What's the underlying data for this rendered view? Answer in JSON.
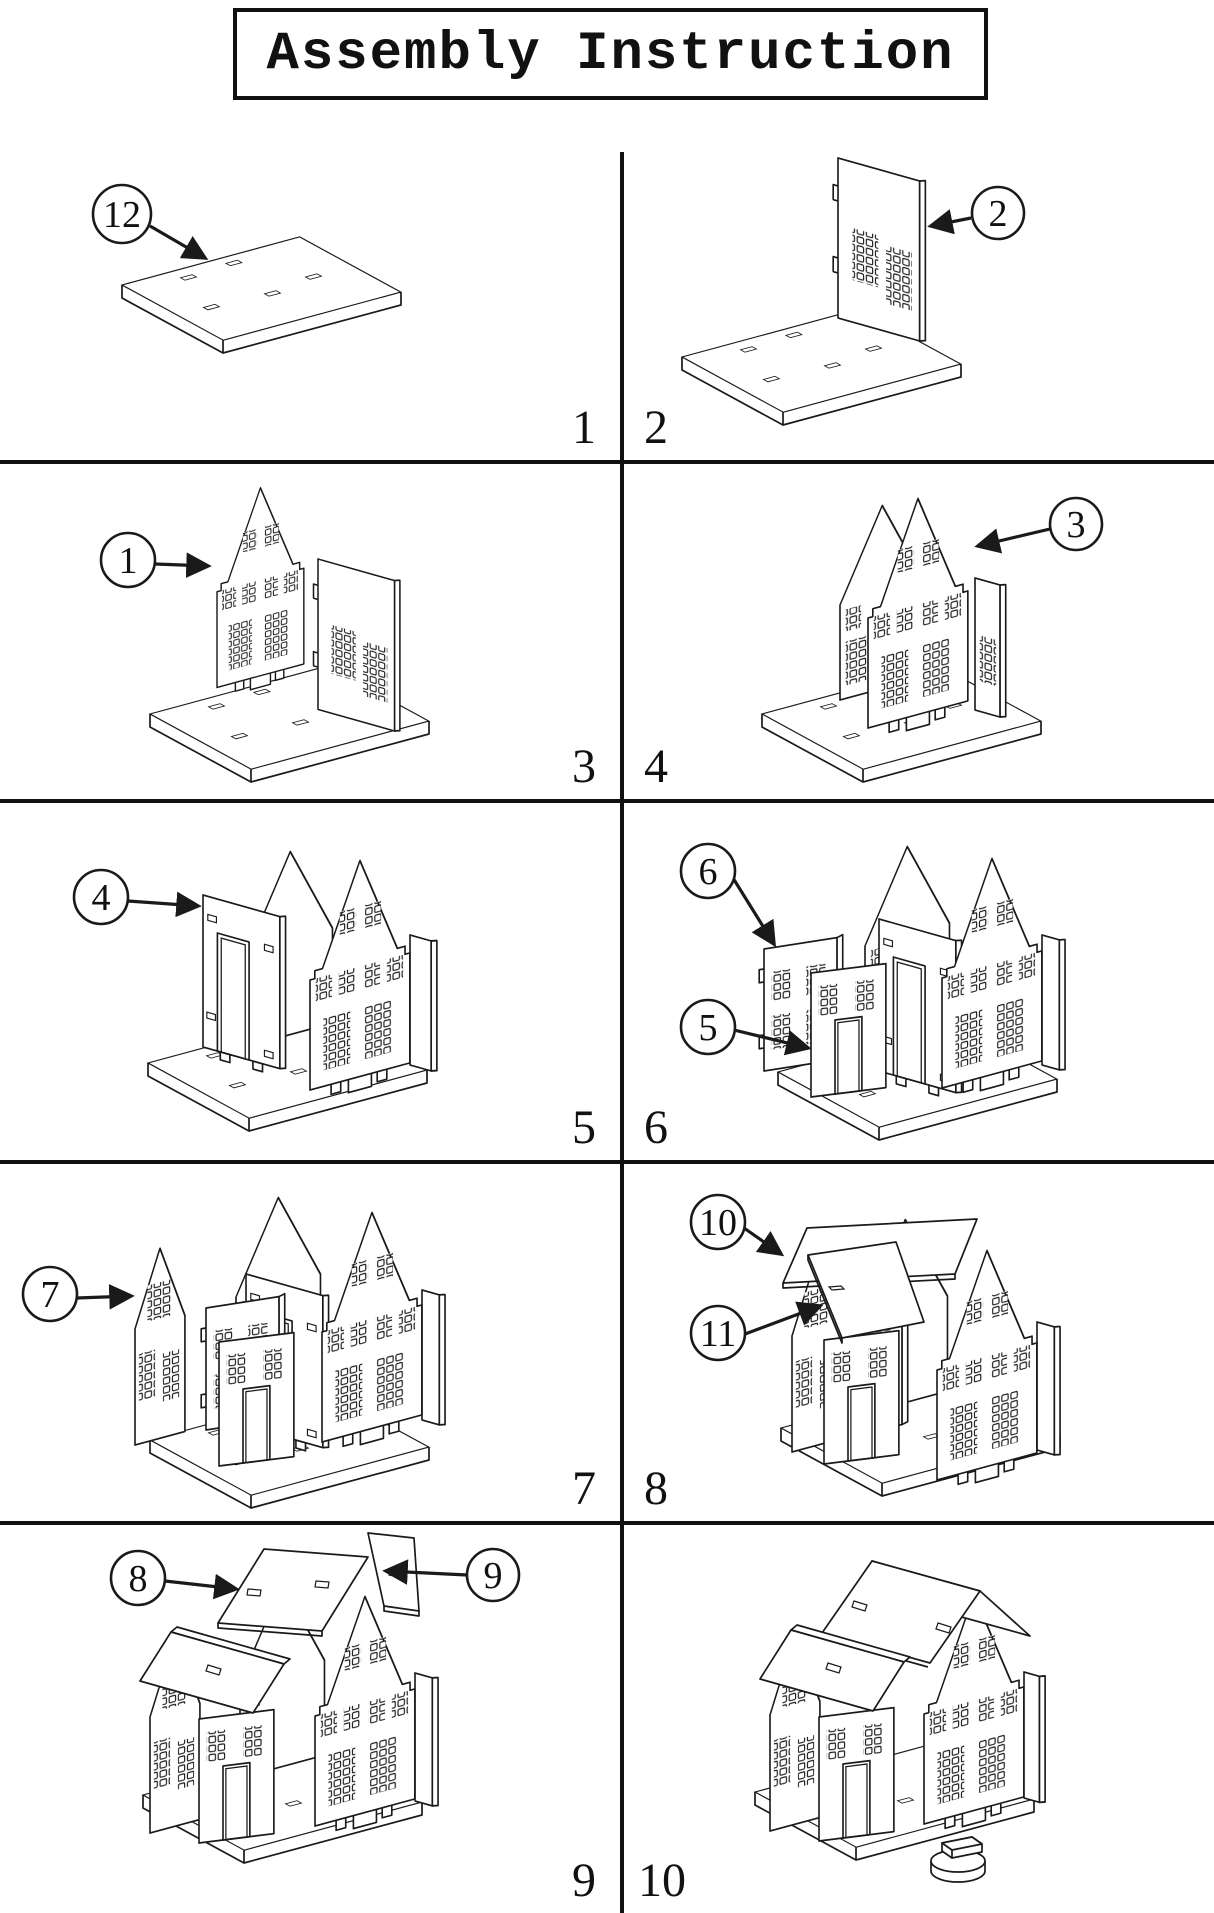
{
  "title": "Assembly Instruction",
  "colors": {
    "line": "#1a1a1a",
    "background": "#ffffff"
  },
  "steps": [
    {
      "number": "1",
      "callouts": [
        {
          "label": "12"
        }
      ]
    },
    {
      "number": "2",
      "callouts": [
        {
          "label": "2"
        }
      ]
    },
    {
      "number": "3",
      "callouts": [
        {
          "label": "1"
        }
      ]
    },
    {
      "number": "4",
      "callouts": [
        {
          "label": "3"
        }
      ]
    },
    {
      "number": "5",
      "callouts": [
        {
          "label": "4"
        }
      ]
    },
    {
      "number": "6",
      "callouts": [
        {
          "label": "6"
        },
        {
          "label": "5"
        }
      ]
    },
    {
      "number": "7",
      "callouts": [
        {
          "label": "7"
        }
      ]
    },
    {
      "number": "8",
      "callouts": [
        {
          "label": "10"
        },
        {
          "label": "11"
        }
      ]
    },
    {
      "number": "9",
      "callouts": [
        {
          "label": "8"
        },
        {
          "label": "9"
        }
      ]
    },
    {
      "number": "10",
      "callouts": []
    }
  ]
}
